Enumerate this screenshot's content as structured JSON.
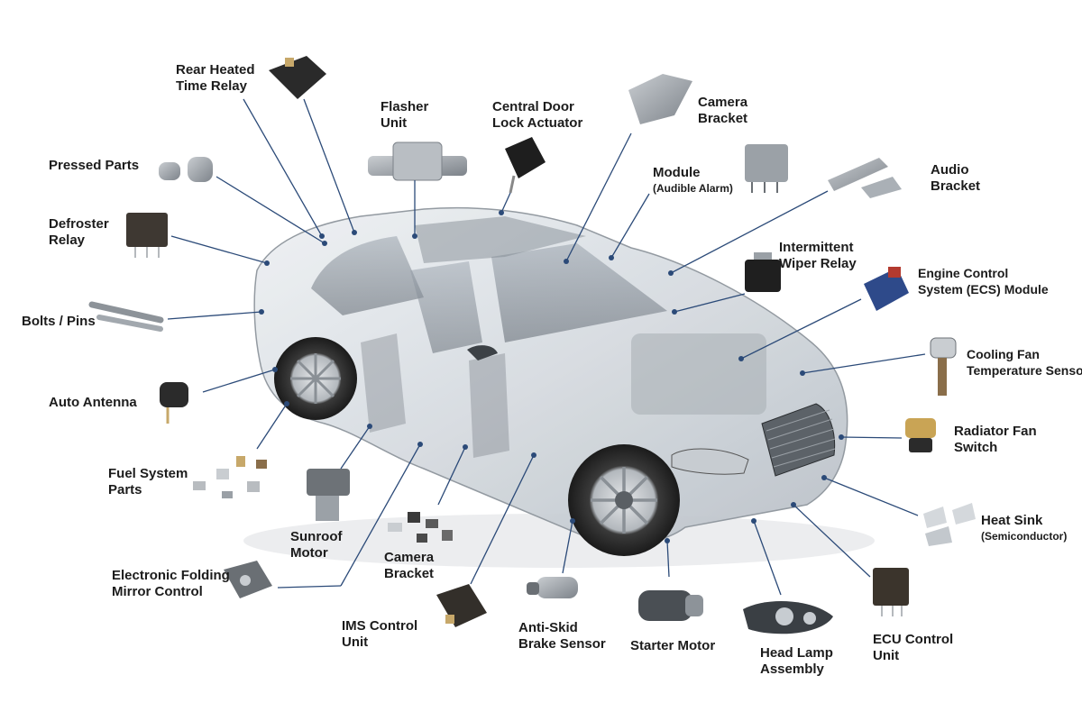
{
  "labels": [
    {
      "key": "rear-heated-time-relay",
      "lines": [
        "Rear Heated",
        "Time Relay"
      ],
      "sub": ""
    },
    {
      "key": "flasher-unit",
      "lines": [
        "Flasher",
        "Unit"
      ],
      "sub": ""
    },
    {
      "key": "central-door-lock-actuator",
      "lines": [
        "Central Door",
        "Lock Actuator"
      ],
      "sub": ""
    },
    {
      "key": "camera-bracket-top",
      "lines": [
        "Camera",
        "Bracket"
      ],
      "sub": ""
    },
    {
      "key": "pressed-parts",
      "lines": [
        "Pressed Parts"
      ],
      "sub": ""
    },
    {
      "key": "module-audible-alarm",
      "lines": [
        "Module"
      ],
      "sub": "(Audible Alarm)"
    },
    {
      "key": "audio-bracket",
      "lines": [
        "Audio",
        "Bracket"
      ],
      "sub": ""
    },
    {
      "key": "defroster-relay",
      "lines": [
        "Defroster",
        "Relay"
      ],
      "sub": ""
    },
    {
      "key": "intermittent-wiper-relay",
      "lines": [
        "Intermittent",
        "Wiper Relay"
      ],
      "sub": ""
    },
    {
      "key": "engine-control-system-module",
      "lines": [
        "Engine Control",
        "System (ECS) Module"
      ],
      "sub": ""
    },
    {
      "key": "bolts-pins",
      "lines": [
        "Bolts / Pins"
      ],
      "sub": ""
    },
    {
      "key": "cooling-fan-temperature-sensor",
      "lines": [
        "Cooling Fan",
        "Temperature Sensor"
      ],
      "sub": ""
    },
    {
      "key": "auto-antenna",
      "lines": [
        "Auto Antenna"
      ],
      "sub": ""
    },
    {
      "key": "radiator-fan-switch",
      "lines": [
        "Radiator Fan",
        "Switch"
      ],
      "sub": ""
    },
    {
      "key": "fuel-system-parts",
      "lines": [
        "Fuel System",
        "Parts"
      ],
      "sub": ""
    },
    {
      "key": "sunroof-motor",
      "lines": [
        "Sunroof",
        "Motor"
      ],
      "sub": ""
    },
    {
      "key": "heat-sink",
      "lines": [
        "Heat Sink"
      ],
      "sub": "(Semiconductor)"
    },
    {
      "key": "camera-bracket-bottom",
      "lines": [
        "Camera",
        "Bracket"
      ],
      "sub": ""
    },
    {
      "key": "electronic-folding-mirror-control",
      "lines": [
        "Electronic Folding",
        "Mirror Control"
      ],
      "sub": ""
    },
    {
      "key": "ims-control-unit",
      "lines": [
        "IMS Control",
        "Unit"
      ],
      "sub": ""
    },
    {
      "key": "anti-skid-brake-sensor",
      "lines": [
        "Anti-Skid",
        "Brake Sensor"
      ],
      "sub": ""
    },
    {
      "key": "starter-motor",
      "lines": [
        "Starter Motor"
      ],
      "sub": ""
    },
    {
      "key": "head-lamp-assembly",
      "lines": [
        "Head Lamp",
        "Assembly"
      ],
      "sub": ""
    },
    {
      "key": "ecu-control-unit",
      "lines": [
        "ECU Control",
        "Unit"
      ],
      "sub": ""
    }
  ],
  "colors": {
    "leader": "#2b4a78",
    "glass": "#d9dee4",
    "metal": "#9aa0a6",
    "dark_part": "#2e2e2e",
    "label_text": "#1c1c1c"
  }
}
